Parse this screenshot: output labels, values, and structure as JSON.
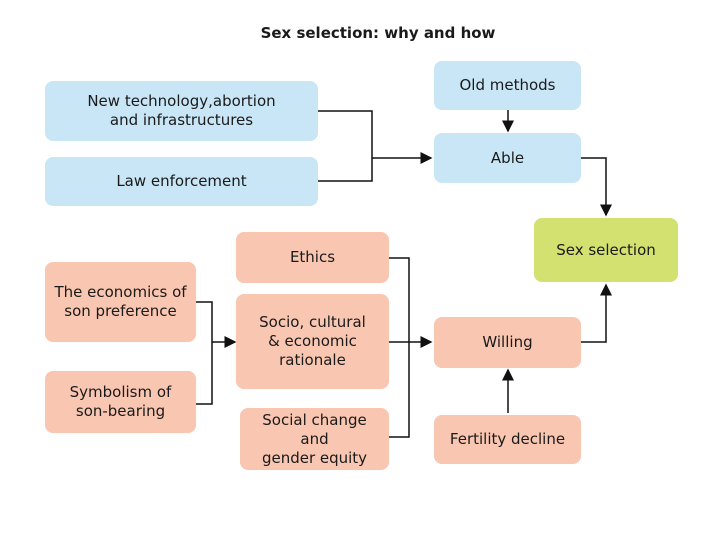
{
  "title": "Sex selection: why and how",
  "boxes": {
    "new_tech": "New technology,abortion\nand infrastructures",
    "law": "Law enforcement",
    "old_methods": "Old methods",
    "able": "Able",
    "sex_selection": "Sex selection",
    "ethics": "Ethics",
    "economics": "The economics of\nson preference",
    "socio": "Socio, cultural\n& economic\nrationale",
    "symbolism": "Symbolism of\nson-bearing",
    "social_change": "Social change and\ngender equity",
    "willing": "Willing",
    "fertility": "Fertility decline"
  },
  "colors": {
    "blue": "#c9e6f7",
    "peach": "#f9c6b1",
    "green": "#d3e170",
    "line": "#111111"
  }
}
